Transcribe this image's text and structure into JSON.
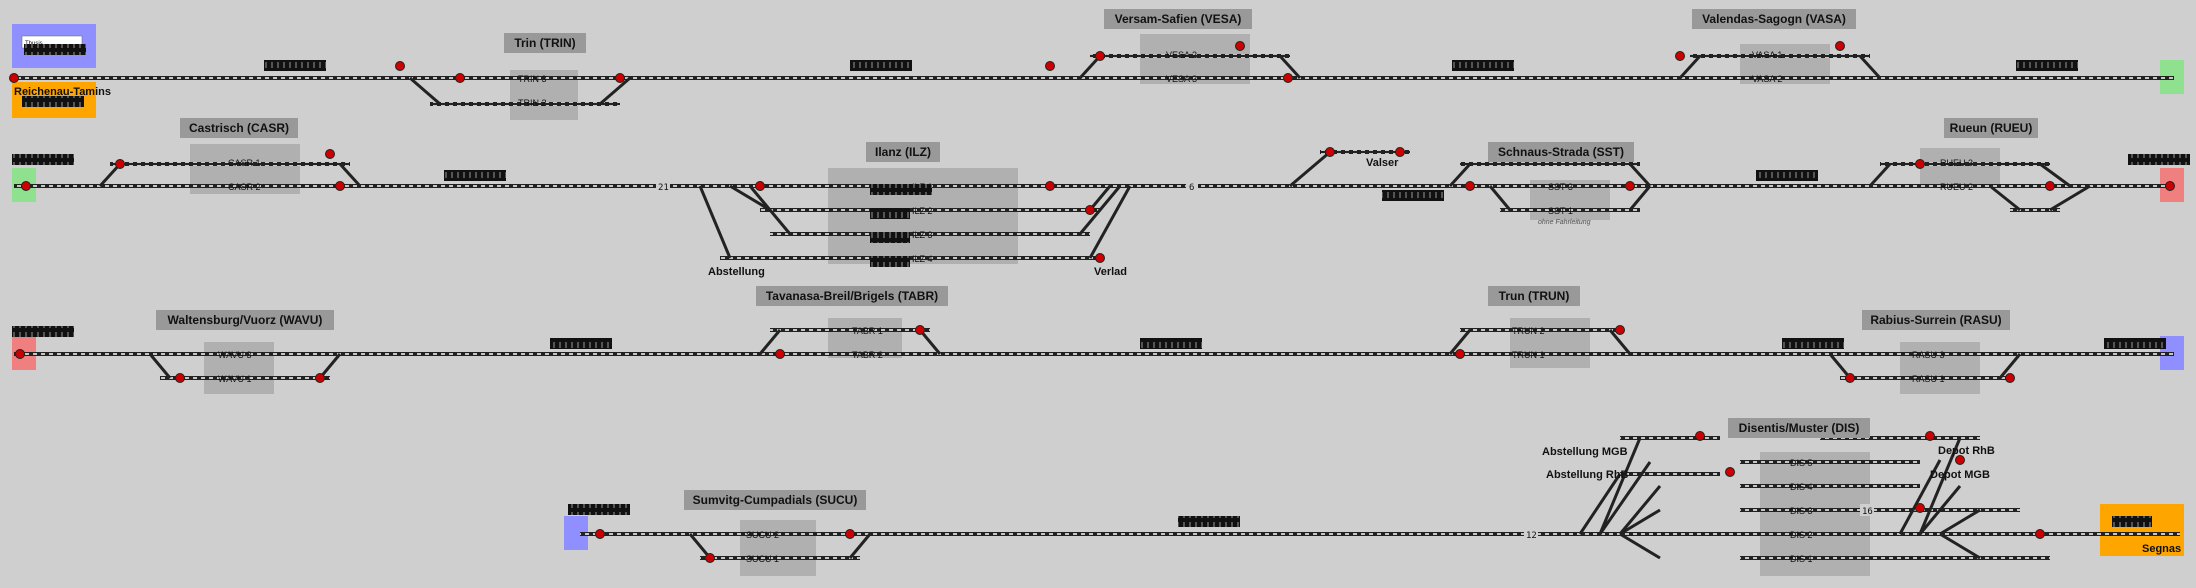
{
  "stations": [
    {
      "id": "TRIN",
      "name": "Trin (TRIN)"
    },
    {
      "id": "VESA",
      "name": "Versam-Safien (VESA)"
    },
    {
      "id": "VASA",
      "name": "Valendas-Sagogn (VASA)"
    },
    {
      "id": "CASR",
      "name": "Castrisch (CASR)"
    },
    {
      "id": "ILZ",
      "name": "Ilanz (ILZ)"
    },
    {
      "id": "SST",
      "name": "Schnaus-Strada (SST)"
    },
    {
      "id": "RUEU",
      "name": "Rueun (RUEU)"
    },
    {
      "id": "WAVU",
      "name": "Waltensburg/Vuorz (WAVU)"
    },
    {
      "id": "TABR",
      "name": "Tavanasa-Breil/Brigels (TABR)"
    },
    {
      "id": "TRUN",
      "name": "Trun (TRUN)"
    },
    {
      "id": "RASU",
      "name": "Rabius-Surrein (RASU)"
    },
    {
      "id": "DIS",
      "name": "Disentis/Muster (DIS)"
    },
    {
      "id": "SUCU",
      "name": "Sumvitg-Cumpadials (SUCU)"
    }
  ],
  "tracks": [
    {
      "id": "TRIN3",
      "label": "TRIN 3"
    },
    {
      "id": "TRIN2",
      "label": "TRIN 2"
    },
    {
      "id": "VESA2",
      "label": "VESA 2"
    },
    {
      "id": "VESA3",
      "label": "VESA 3"
    },
    {
      "id": "VASA1",
      "label": "VASA 1"
    },
    {
      "id": "VASA2",
      "label": "VASA 2"
    },
    {
      "id": "CASR1",
      "label": "CASR 1"
    },
    {
      "id": "CASR2",
      "label": "CASR 2"
    },
    {
      "id": "ILZ1",
      "label": "ILZ 1"
    },
    {
      "id": "ILZ2",
      "label": "ILZ 2"
    },
    {
      "id": "ILZ3",
      "label": "ILZ 3"
    },
    {
      "id": "ILZ4",
      "label": "ILZ 4"
    },
    {
      "id": "SST3",
      "label": "SST 3"
    },
    {
      "id": "SST1",
      "label": "SST 1"
    },
    {
      "id": "RUEU3",
      "label": "RUEU 3"
    },
    {
      "id": "RUEU2",
      "label": "RUEU 2"
    },
    {
      "id": "WAVU3",
      "label": "WAVU 3"
    },
    {
      "id": "WAVU1",
      "label": "WAVU 1"
    },
    {
      "id": "TABR1",
      "label": "TABR 1"
    },
    {
      "id": "TABR2",
      "label": "TABR 2"
    },
    {
      "id": "TRUN2",
      "label": "TRUN 2"
    },
    {
      "id": "TRUN1",
      "label": "TRUN 1"
    },
    {
      "id": "RASU3",
      "label": "RASU 3"
    },
    {
      "id": "RASU1",
      "label": "RASU 1"
    },
    {
      "id": "SUCU2",
      "label": "SUCU 2"
    },
    {
      "id": "SUCU1",
      "label": "SUCU 1"
    },
    {
      "id": "DIS5",
      "label": "DIS 5"
    },
    {
      "id": "DIS4",
      "label": "DIS 4"
    },
    {
      "id": "DIS3",
      "label": "DIS 3"
    },
    {
      "id": "DIS2",
      "label": "DIS 2"
    },
    {
      "id": "DIS1",
      "label": "DIS 1"
    }
  ],
  "places": {
    "reichenau": "Reichenau-Tamins",
    "valser": "Valser",
    "abstellung": "Abstellung",
    "verlad": "Verlad",
    "abst_mgb": "Abstellung MGB",
    "abst_rhb": "Abstellung RhB",
    "depot_rhb": "Depot RhB",
    "depot_mgb": "Depot MGB",
    "segnas": "Segnas"
  },
  "notes": {
    "thusis": "Thusis",
    "ohne": "ohne Fahrleitung"
  },
  "km_markers": {
    "m21": "21",
    "m6": "6",
    "m12": "12",
    "m16": "16"
  },
  "colors": {
    "bg": "#cfcfcf",
    "blue": "#8f8fff",
    "orange": "#ffa500",
    "green": "#8fe08f",
    "red": "#f08080",
    "signal_red": "#cc0000",
    "signal_green": "#119911",
    "track_dark": "#222",
    "track_light": "#eee",
    "platform": "#b0b0b0"
  }
}
